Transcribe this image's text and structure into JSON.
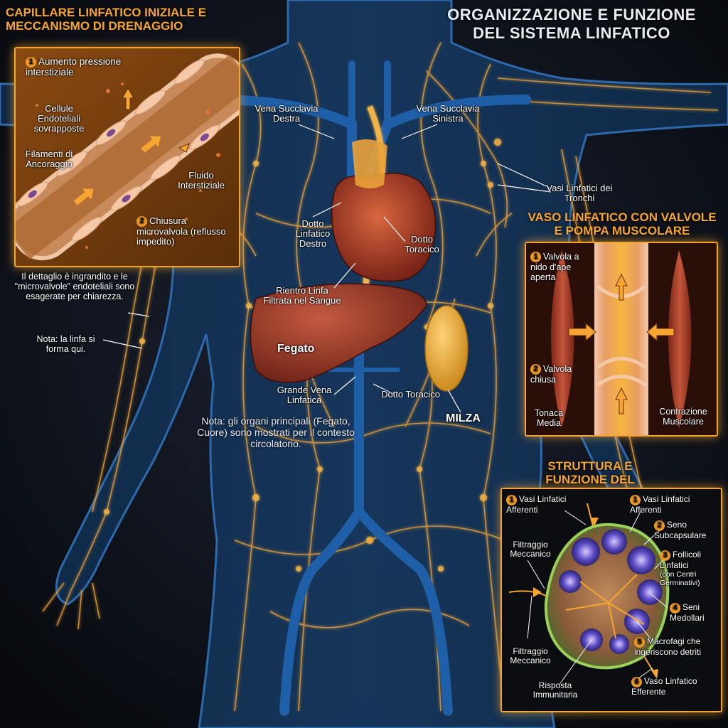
{
  "title": "ORGANIZZAZIONE E FUNZIONE DEL SISTEMA LINFATICO",
  "capillary_panel": {
    "title": "CAPILLARE LINFATICO INIZIALE E MECCANISMO DI DRENAGGIO",
    "step1_number": "1",
    "step1": "Aumento pressione interstiziale",
    "cells": "Cellule Endoteliali sovrapposte",
    "filaments": "Filamenti di Ancoraggio",
    "fluid": "Fluido Interstiziale",
    "step2_number": "2",
    "step2": "Chiusura microvalvola (reflusso impedito)"
  },
  "detail_note": "Il dettaglio è ingrandito e le \"microvalvole\" endoteliali sono esagerate per chiarezza.",
  "lymph_note": "Nota: la linfa si forma qui.",
  "body_labels": {
    "left_subclavian": "Vena Succlavia Destra",
    "right_subclavian": "Vena Succlavia Sinistra",
    "trunk_vessels": "Vasi Linfatici dei Tronchi",
    "right_duct": "Dotto Linfatico Destro",
    "thoracic_duct_upper": "Dotto Toracico",
    "return": "Rientro Linfa Filtrata nel Sangue",
    "liver": "Fegato",
    "great_vein": "Grande Vena Linfatica",
    "thoracic_duct_lower": "Dotto Toracico",
    "spleen": "MILZA",
    "organs_note": "Nota: gli organi principali (Fegato, Cuore) sono mostrati per il contesto circolatorio."
  },
  "valve_panel": {
    "title": "VASO LINFATICO CON VALVOLE E POMPA MUSCOLARE",
    "open_number": "1",
    "open": "Valvola a nido d'ape aperta",
    "closed_number": "2",
    "closed": "Valvola chiusa",
    "tunica": "Tonaca Media",
    "contraction": "Contrazione Muscolare"
  },
  "node_panel": {
    "title": "STRUTTURA E FUNZIONE DEL LINFONODO",
    "afferent_left_number": "1",
    "afferent_left": "Vasi Linfatici Afferenti",
    "afferent_right_number": "1",
    "afferent_right": "Vasi Linfatici Afferenti",
    "sinus_number": "2",
    "sinus": "Seno Subcapsulare",
    "follicles_number": "3",
    "follicles": "Follicoli Linfatici",
    "follicles_sub": "(con Centri Germinativi)",
    "medullary_number": "4",
    "medullary": "Seni Medollari",
    "macrophages_number": "5",
    "macrophages": "Macrofagi che ingeriscono detriti",
    "efferent_number": "6",
    "efferent": "Vaso Linfatico Efferente",
    "filter_top": "Filtraggio Meccanico",
    "filter_bottom": "Filtraggio Meccanico",
    "immune": "Risposta Immunitaria"
  },
  "colors": {
    "accent": "#f7a531",
    "lymph": "#e9a23a",
    "vein": "#1f5fa8",
    "body": "#13304f",
    "organ": "#a8452e"
  }
}
